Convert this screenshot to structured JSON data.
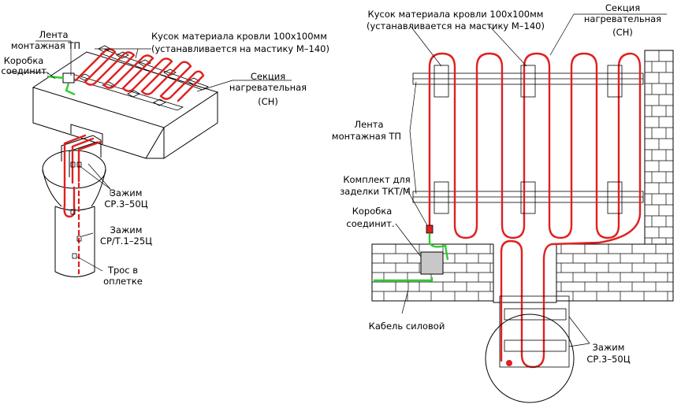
{
  "left": {
    "label_tape_line1": "Лента",
    "label_tape_line2": "монтажная ТП",
    "label_box_line1": "Коробка",
    "label_box_line2": "соединит.",
    "label_piece_line1": "Кусок материала кровли  100x100мм",
    "label_piece_line2": "(устанавливается на мастику М–140)",
    "label_section_line1": "Секция",
    "label_section_line2": "нагревательная",
    "label_section_line3": "(СН)",
    "label_clamp1_line1": "Зажим",
    "label_clamp1_line2": "СР.3–50Ц",
    "label_clamp2_line1": "Зажим",
    "label_clamp2_line2": "СР/Т.1–25Ц",
    "label_rope_line1": "Трос в",
    "label_rope_line2": "оплетке"
  },
  "right": {
    "label_piece_line1": "Кусок материала кровли  100x100мм",
    "label_piece_line2": "(устанавливается на мастику М–140)",
    "label_section_line1": "Секция",
    "label_section_line2": "нагревательная",
    "label_section_line3": "(СН)",
    "label_tape_line1": "Лента",
    "label_tape_line2": "монтажная ТП",
    "label_kit_line1": "Комплект для",
    "label_kit_line2": "заделки ТКТ/М",
    "label_box_line1": "Коробка",
    "label_box_line2": "соединит.",
    "label_cable": "Кабель силовой",
    "label_clamp_line1": "Зажим",
    "label_clamp_line2": "СР.3–50Ц"
  },
  "colors": {
    "heating_cable": "#e02020",
    "power_cable": "#2ecc2e",
    "junction_box": "#c8c8c8",
    "kit_marker": "#e02020"
  }
}
